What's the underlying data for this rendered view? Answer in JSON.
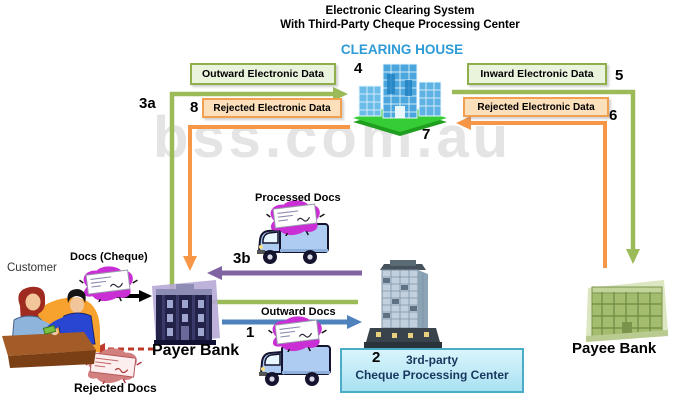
{
  "title": {
    "line1": "Electronic Clearing System",
    "line2": "With Third-Party Cheque Processing Center"
  },
  "clearing_house_label": "CLEARING HOUSE",
  "watermark": "bss.com.au",
  "flow_boxes": {
    "outward_electronic": "Outward Electronic Data",
    "inward_electronic": "Inward  Electronic Data",
    "rejected_electronic_left": "Rejected Electronic Data",
    "rejected_electronic_right": "Rejected Electronic Data"
  },
  "steps": {
    "s1": "1",
    "s2": "2",
    "s3a": "3a",
    "s3b": "3b",
    "s4": "4",
    "s5": "5",
    "s6": "6",
    "s7": "7",
    "s8": "8"
  },
  "entities": {
    "customer": "Customer",
    "payer_bank": "Payer Bank",
    "payee_bank": "Payee Bank",
    "processing_center_line1": "3rd-party",
    "processing_center_line2": "Cheque Processing Center"
  },
  "doc_labels": {
    "docs_cheque": "Docs (Cheque)",
    "rejected_docs": "Rejected Docs",
    "processed_docs": "Processed Docs",
    "outward_docs": "Outward Docs"
  },
  "colors": {
    "clearing_house_text": "#2E9BD6",
    "green_flow": "#9BBB59",
    "orange_flow": "#F79646",
    "purple_flow": "#8064A2",
    "blue_flow": "#4F81BD",
    "black_flow": "#000000",
    "red_flow": "#C03A2B",
    "green_box_bg": "#EAF3DB",
    "green_box_border": "#8FAF4C",
    "orange_box_bg": "#FCDFBB",
    "orange_box_border": "#F0A050",
    "center_box_bg": "#C9EFF9",
    "center_box_border": "#4BACC6",
    "center_box_text": "#17375E",
    "watermark_color": "#E4E4E4"
  }
}
